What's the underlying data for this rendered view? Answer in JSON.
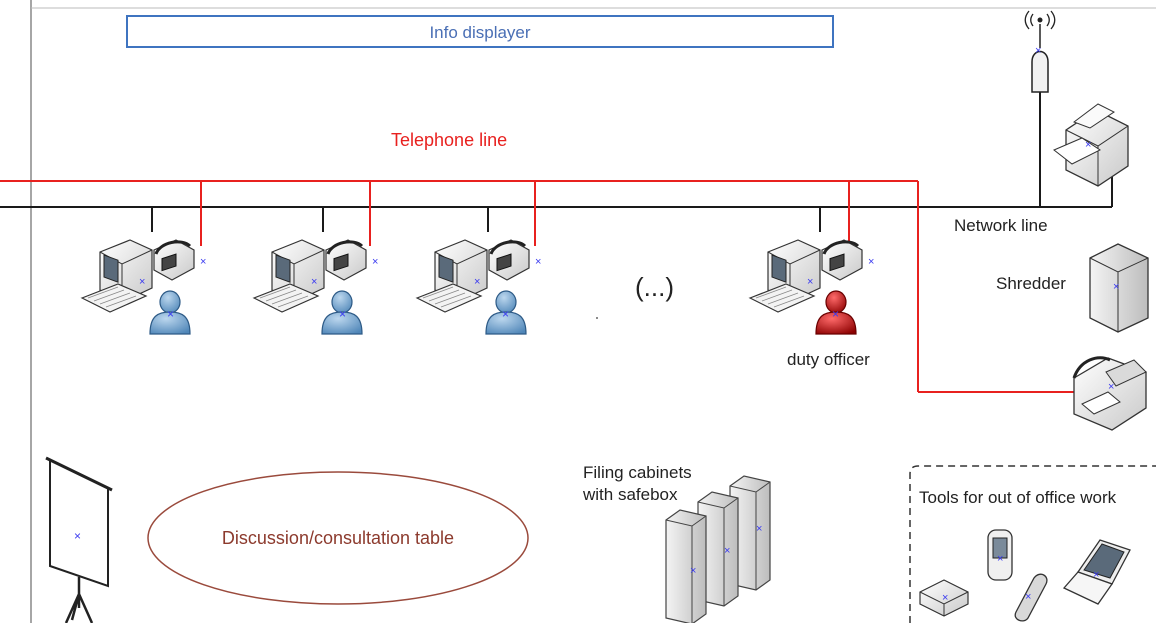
{
  "info_displayer": {
    "label": "Info displayer"
  },
  "telephone_line": {
    "label": "Telephone line"
  },
  "network_line": {
    "label": "Network line"
  },
  "shredder": {
    "label": "Shredder"
  },
  "workstations_gap": {
    "label": "(...)"
  },
  "duty_officer": {
    "label": "duty officer"
  },
  "filing_cabinets": {
    "label": "Filing cabinets\nwith safebox"
  },
  "out_of_office_tools": {
    "label": "Tools for out of office work"
  },
  "discussion_table": {
    "label": "Discussion/consultation table"
  },
  "colors": {
    "telephone_line": "#e8211f",
    "network_line": "#1a1a1a",
    "info_displayer_border": "#3f74c0",
    "table_outline": "#9a4a3c",
    "user_icon": "#6fa0cc",
    "duty_officer_icon": "#d01818",
    "marker": "#3a3af0"
  },
  "icons": [
    "wireless-router-icon",
    "printer-icon",
    "shredder-icon",
    "fax-icon",
    "workstation-icon",
    "phone-icon",
    "user-icon",
    "presentation-screen-icon",
    "server-cabinet-icon",
    "pda-icon",
    "mobile-phone-icon",
    "laptop-icon",
    "device-box-icon"
  ]
}
